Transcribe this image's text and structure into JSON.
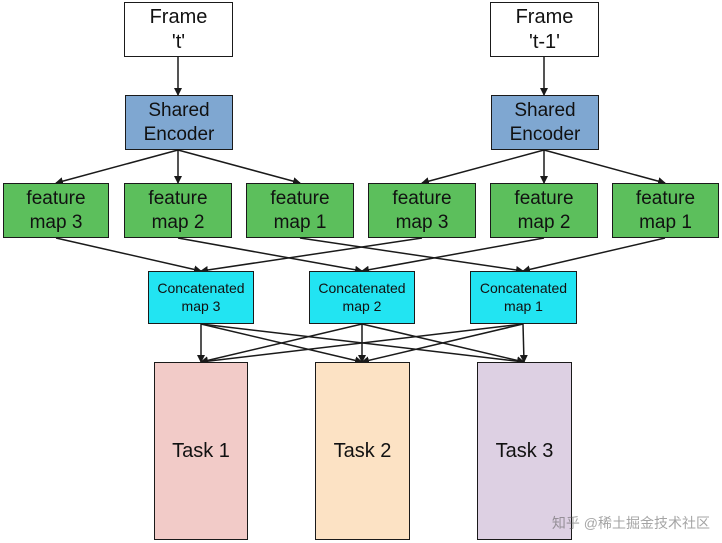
{
  "colors": {
    "frame": "#ffffff",
    "encoder": "#7fa7d1",
    "feature": "#5cbf5c",
    "concat": "#22e4f2",
    "task1": "#f2cbc8",
    "task2": "#fce2c4",
    "task3": "#ddd0e3",
    "line": "#1a1a1a"
  },
  "frames": [
    {
      "label": "Frame\n't'"
    },
    {
      "label": "Frame\n't-1'"
    }
  ],
  "encoders": [
    {
      "label": "Shared\nEncoder"
    },
    {
      "label": "Shared\nEncoder"
    }
  ],
  "features": [
    {
      "label": "feature\nmap 3"
    },
    {
      "label": "feature\nmap 2"
    },
    {
      "label": "feature\nmap 1"
    },
    {
      "label": "feature\nmap 3"
    },
    {
      "label": "feature\nmap 2"
    },
    {
      "label": "feature\nmap 1"
    }
  ],
  "concats": [
    {
      "label": "Concatenated\nmap 3"
    },
    {
      "label": "Concatenated\nmap 2"
    },
    {
      "label": "Concatenated\nmap 1"
    }
  ],
  "tasks": [
    {
      "label": "Task 1"
    },
    {
      "label": "Task 2"
    },
    {
      "label": "Task 3"
    }
  ],
  "watermark": "知乎 @稀土掘金技术社区"
}
